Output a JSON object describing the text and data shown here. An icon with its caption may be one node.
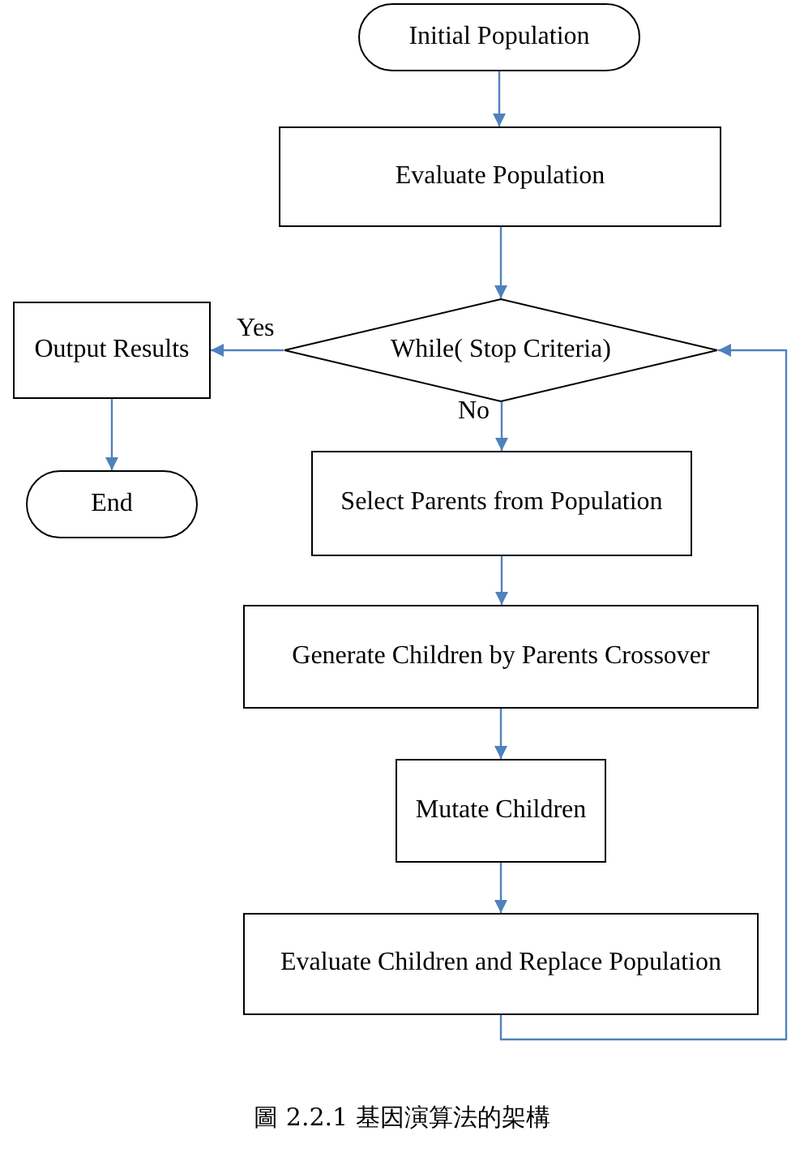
{
  "diagram": {
    "caption": "圖 2.2.1 基因演算法的架構",
    "nodes": [
      {
        "text": [
          "Initial Population"
        ]
      },
      {
        "text": [
          "Evaluate Population"
        ]
      },
      {
        "text": [
          "While( Stop Criteria)"
        ]
      },
      {
        "text": [
          "Output Results"
        ]
      },
      {
        "text": [
          "End"
        ]
      },
      {
        "text": [
          "Select Parents from Population"
        ]
      },
      {
        "text": [
          "Generate Children by Parents Crossover"
        ]
      },
      {
        "text": [
          "Mutate Children"
        ]
      },
      {
        "text": [
          "Evaluate Children and Replace Population"
        ]
      }
    ],
    "edges": [
      {
        "from": 0,
        "to": 1,
        "arrow": "to"
      },
      {
        "from": 1,
        "to": 2,
        "arrow": "to"
      },
      {
        "from": 2,
        "to": 3,
        "arrow": "to",
        "label": "Yes"
      },
      {
        "from": 3,
        "to": 4,
        "arrow": "to"
      },
      {
        "from": 2,
        "to": 5,
        "arrow": "to",
        "label": "No"
      },
      {
        "from": 5,
        "to": 6,
        "arrow": "to"
      },
      {
        "from": 6,
        "to": 7,
        "arrow": "to"
      },
      {
        "from": 7,
        "to": 8,
        "arrow": "to"
      },
      {
        "from": 8,
        "to": 2,
        "arrow": "to"
      }
    ]
  }
}
